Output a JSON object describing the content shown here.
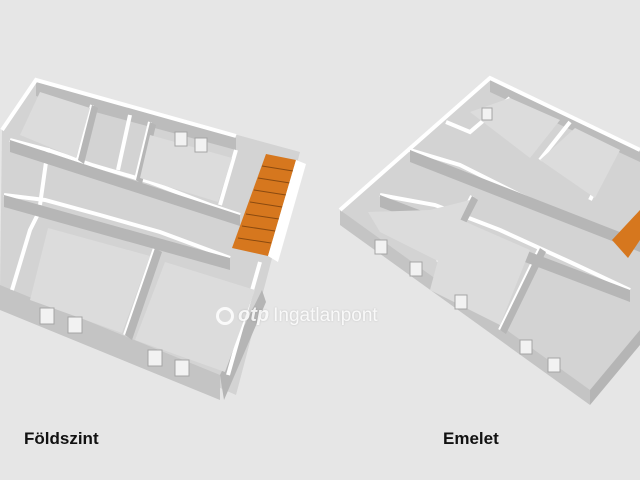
{
  "plans": {
    "ground": {
      "label": "Földszint"
    },
    "upper": {
      "label": "Emelet"
    }
  },
  "watermark": {
    "brand": "otp",
    "suffix": "Ingatlanpont"
  },
  "colors": {
    "background": "#e6e6e6",
    "wall_top": "#ffffff",
    "wall_side": "#b9b9b9",
    "floor": "#d2d2d2",
    "stairs": "#d6771e"
  }
}
